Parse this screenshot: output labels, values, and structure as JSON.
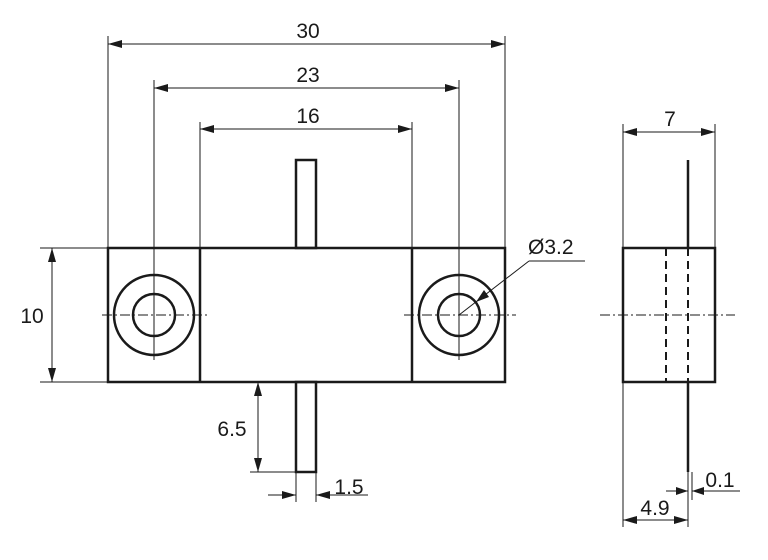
{
  "dimensions": {
    "overall_length": "30",
    "hole_spacing": "23",
    "body_length": "16",
    "height": "10",
    "hole_diameter": "Ø3.2",
    "pin_length": "6.5",
    "pin_width": "1.5",
    "side_depth": "7",
    "pin_offset": "4.9",
    "pin_thickness": "0.1"
  }
}
